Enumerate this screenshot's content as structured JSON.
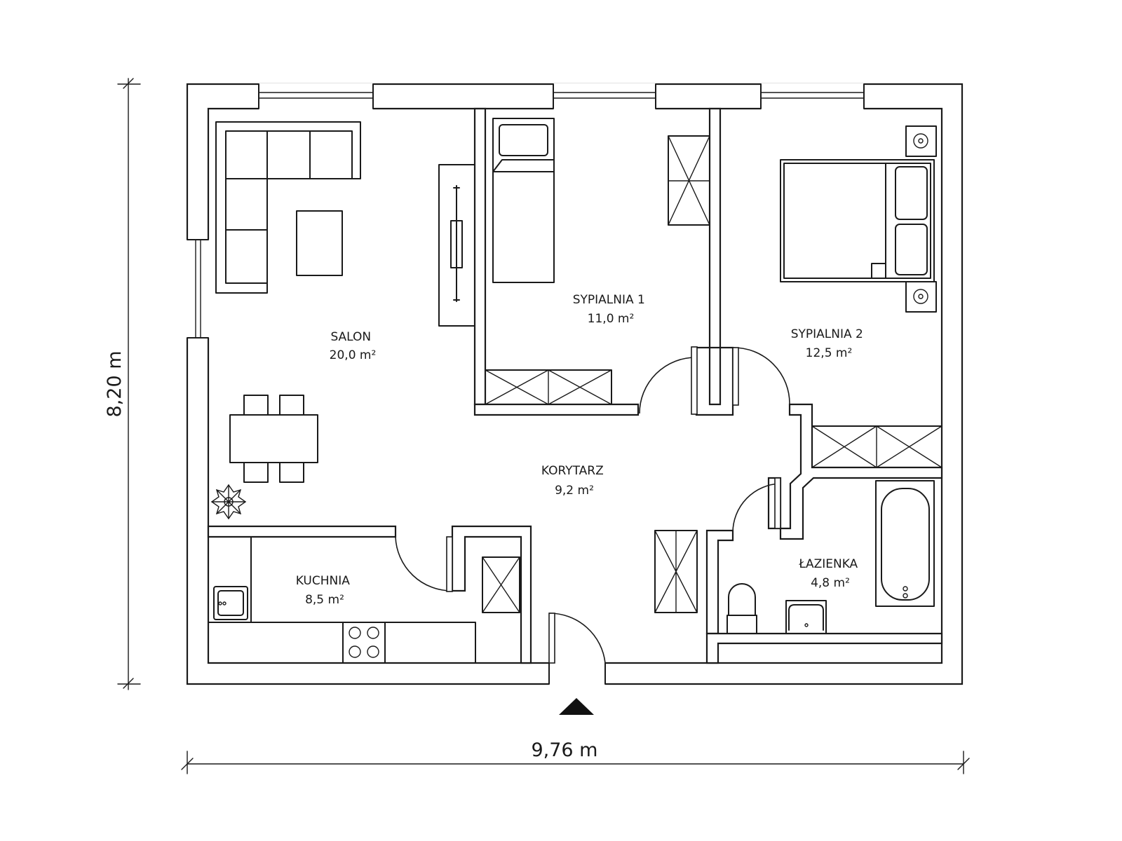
{
  "rooms": [
    {
      "id": "salon",
      "name": "SALON",
      "area": "20,0 m²"
    },
    {
      "id": "sypialnia-1",
      "name": "SYPIALNIA 1",
      "area": "11,0 m²"
    },
    {
      "id": "sypialnia-2",
      "name": "SYPIALNIA 2",
      "area": "12,5 m²"
    },
    {
      "id": "korytarz",
      "name": "KORYTARZ",
      "area": "9,2 m²"
    },
    {
      "id": "kuchnia",
      "name": "KUCHNIA",
      "area": "8,5 m²"
    },
    {
      "id": "lazienka",
      "name": "ŁAZIENKA",
      "area": "4,8 m²"
    }
  ],
  "dimensions": {
    "width": "9,76 m",
    "height": "8,20 m"
  },
  "entrance": {
    "icon": "entrance-triangle-icon"
  }
}
